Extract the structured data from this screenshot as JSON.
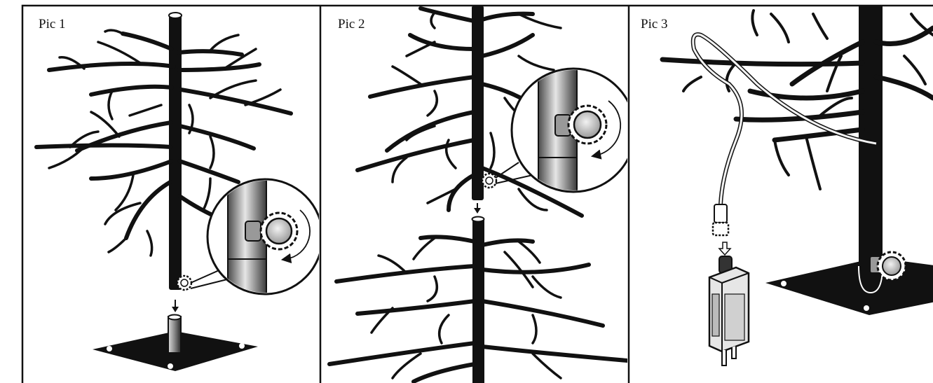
{
  "panels": [
    {
      "label": "Pic 1"
    },
    {
      "label": "Pic 2"
    },
    {
      "label": "Pic 3"
    }
  ],
  "colors": {
    "ink": "#111111",
    "paper": "#ffffff",
    "metal_light": "#d9d9d9",
    "metal_mid": "#8c8c8c",
    "wire": "#f4f4f4"
  },
  "icons": [
    "arrow-down-icon",
    "rotate-clockwise-icon",
    "screw-knob-icon",
    "power-adapter-icon"
  ]
}
